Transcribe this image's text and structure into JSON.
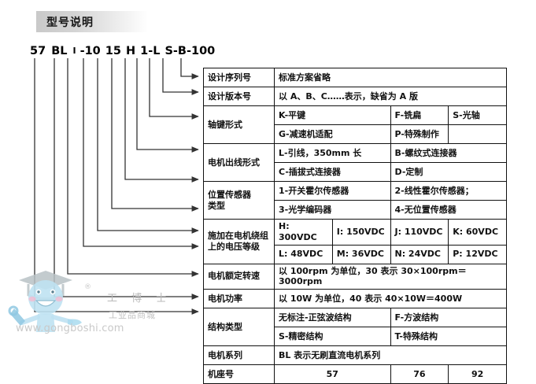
{
  "title": "型号说明",
  "model_code": "57 BL I -10 15 H 1-L S-B-100",
  "code_segments": [
    {
      "text": "57"
    },
    {
      "text": "BL"
    },
    {
      "text": "I"
    },
    {
      "text": "-10"
    },
    {
      "text": "15"
    },
    {
      "text": "H"
    },
    {
      "text": "1-L"
    },
    {
      "text": "S-B-100"
    }
  ],
  "watermark": {
    "brand": "工 博 士",
    "tagline": "工业品商城",
    "url": "www.gongboshi.com",
    "registered_mark": "®",
    "mascot_color": "#a8d6ec"
  },
  "table": {
    "rows": [
      {
        "label": "设计序列号",
        "cells": [
          [
            "标准方案省略"
          ]
        ]
      },
      {
        "label": "设计版本号",
        "cells": [
          [
            "以 A、B、C……表示，缺省为 A 版"
          ]
        ]
      },
      {
        "label": "轴键形式",
        "cells": [
          [
            "K-平键",
            "F-铣扁",
            "S-光轴"
          ],
          [
            "G-减速机适配",
            "P-特殊制作",
            ""
          ]
        ]
      },
      {
        "label": "电机出线形式",
        "cells": [
          [
            "L-引线，350mm 长",
            "B-螺纹式连接器"
          ],
          [
            "C-插拔式连接器",
            "D-定制"
          ]
        ]
      },
      {
        "label": "位置传感器\n类型",
        "cells": [
          [
            "1-开关霍尔传感器",
            "2-线性霍尔传感器；"
          ],
          [
            "3-光学编码器",
            "4-无位置传感器"
          ]
        ]
      },
      {
        "label": "施加在电机绕组\n上的电压等级",
        "cells": [
          [
            "H: 300VDC",
            "I: 150VDC",
            "J: 110VDC",
            "K: 60VDC"
          ],
          [
            "L: 48VDC",
            "M: 36VDC",
            "N: 24VDC",
            "P: 12VDC"
          ]
        ]
      },
      {
        "label": "电机额定转速",
        "cells": [
          [
            "以 100rpm 为单位，30 表示 30×100rpm＝3000rpm"
          ]
        ]
      },
      {
        "label": "电机功率",
        "cells": [
          [
            "以 10W 为单位，40 表示 40×10W＝400W"
          ]
        ]
      },
      {
        "label": "结构类型",
        "cells": [
          [
            "无标注-正弦波结构",
            "F-方波结构"
          ],
          [
            "S-精密结构",
            "T-特殊结构"
          ]
        ]
      },
      {
        "label": "电机系列",
        "cells": [
          [
            "BL 表示无刷直流电机系列"
          ]
        ]
      },
      {
        "label": "机座号",
        "cells": [
          [
            "57",
            "76",
            "92"
          ]
        ]
      }
    ],
    "label_col_header": "",
    "frame_size_values": [
      "57",
      "76",
      "92"
    ]
  },
  "colors": {
    "border": "#111111",
    "title_gradient_start": "#c9c9c9",
    "title_gradient_end": "#ffffff",
    "watermark_text": "#c2c2c2",
    "leader_line": "#333333"
  }
}
